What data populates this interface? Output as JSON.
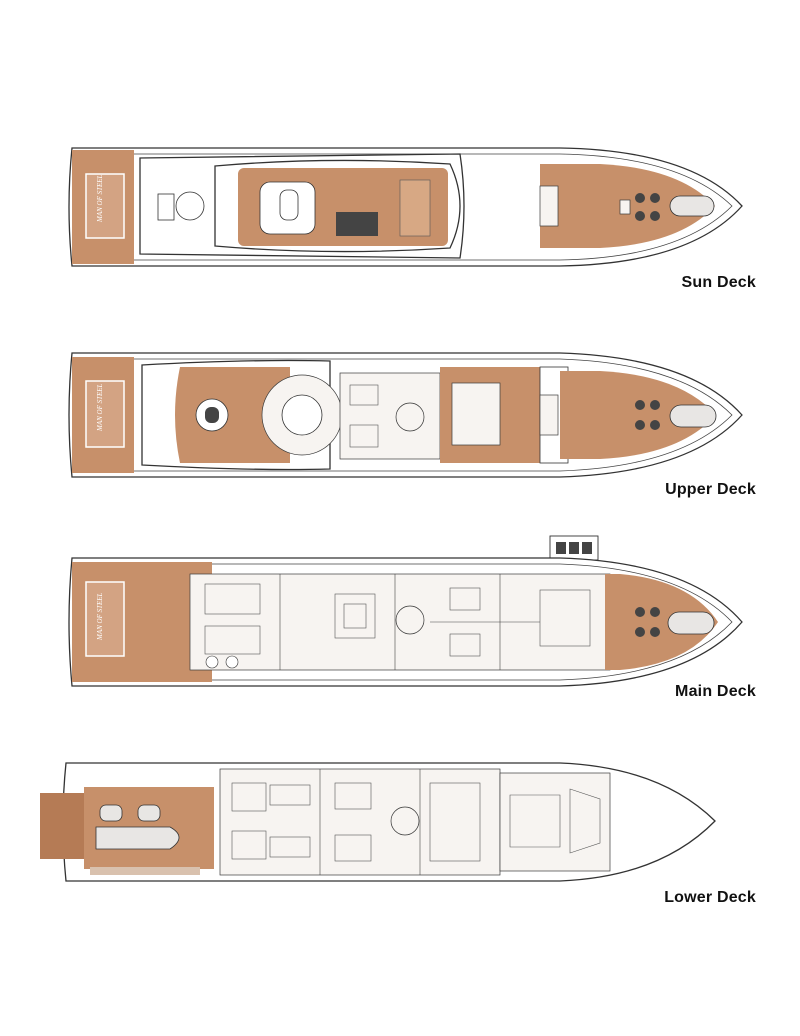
{
  "decks": [
    {
      "id": "sun",
      "label": "Sun Deck"
    },
    {
      "id": "upper",
      "label": "Upper Deck"
    },
    {
      "id": "main",
      "label": "Main Deck"
    },
    {
      "id": "lower",
      "label": "Lower Deck"
    }
  ],
  "logo_text": "Man Of Steel",
  "colors": {
    "teak_deck": "#c7906a",
    "hull_outline": "#333333",
    "interior": "#f7f4f1",
    "label_text": "#111111"
  }
}
